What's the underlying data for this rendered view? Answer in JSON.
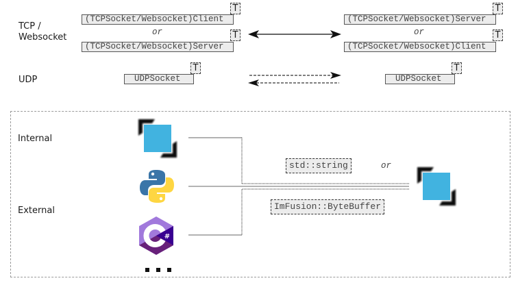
{
  "transport": {
    "tcp_label": "TCP /\nWebsocket",
    "udp_label": "UDP",
    "template_badge": "T",
    "or_text": "or",
    "left": {
      "tcp_top": "(TCPSocket/Websocket)Client",
      "tcp_bottom": "(TCPSocket/Websocket)Server",
      "udp": "UDPSocket"
    },
    "right": {
      "tcp_top": "(TCPSocket/Websocket)Server",
      "tcp_bottom": "(TCPSocket/Websocket)Client",
      "udp": "UDPSocket"
    }
  },
  "data_panel": {
    "internal_label": "Internal",
    "external_label": "External",
    "sources": [
      {
        "name": "imfusion-logo-icon",
        "kind": "internal"
      },
      {
        "name": "python-logo-icon",
        "kind": "external"
      },
      {
        "name": "csharp-logo-icon",
        "kind": "external"
      }
    ],
    "more_indicator": "...",
    "types": {
      "string_type": "std::string",
      "or_text": "or",
      "buffer_type": "ImFusion::ByteBuffer"
    },
    "colors": {
      "imfusion_blue": "#41b3e0",
      "python_blue": "#3a75a8",
      "python_yellow": "#fed642",
      "csharp_light": "#a179dc",
      "csharp_dark": "#390091",
      "csharp_mid": "#68217a"
    }
  }
}
